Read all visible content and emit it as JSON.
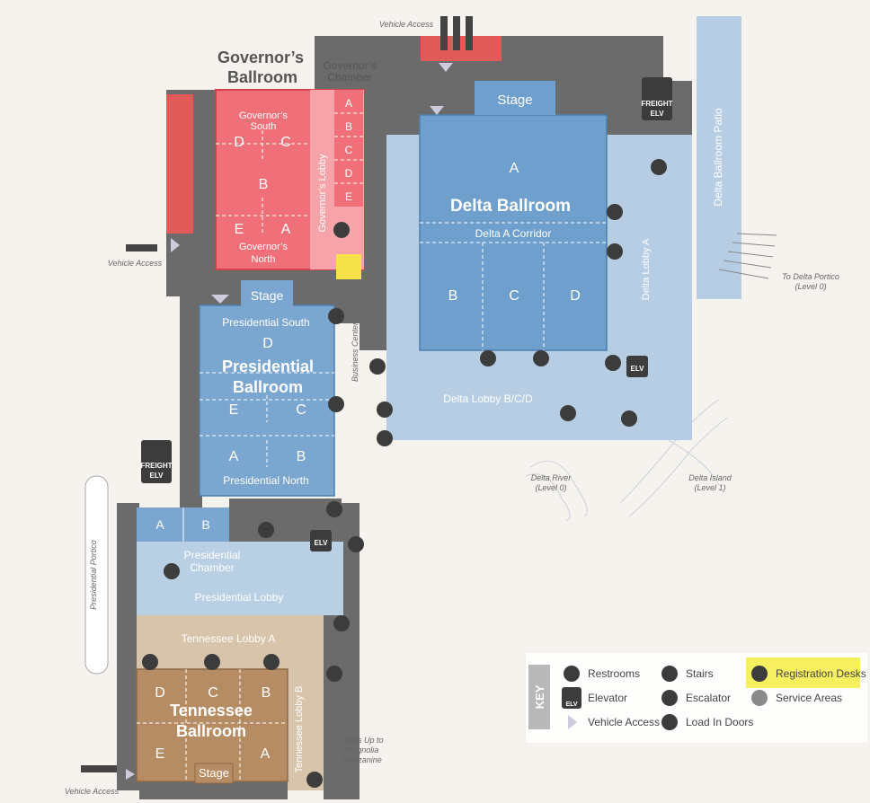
{
  "labels": {
    "governors_ballroom_1": "Governor’s",
    "governors_ballroom_2": "Ballroom",
    "governors_chamber_1": "Governor’s",
    "governors_chamber_2": "Chamber",
    "vehicle_access": "Vehicle Access",
    "stage": "Stage",
    "freight": "FREIGHT",
    "elv": "ELV",
    "delta_patio": "Delta Ballroom Patio",
    "gov_south_1": "Governor’s",
    "gov_south_2": "South",
    "gov_north_1": "Governor’s",
    "gov_north_2": "North",
    "gov_lobby": "Governor’s Lobby",
    "gov_d": "D",
    "gov_c": "C",
    "gov_b": "B",
    "gov_e": "E",
    "gov_a": "A",
    "gl_a": "A",
    "gl_b": "B",
    "gl_c": "C",
    "gl_d": "D",
    "gl_e": "E",
    "delta_a": "A",
    "delta_ballroom": "Delta Ballroom",
    "delta_a_corridor": "Delta A Corridor",
    "delta_b": "B",
    "delta_c": "C",
    "delta_d": "D",
    "delta_lobby_a": "Delta Lobby A",
    "delta_lobby_bcd": "Delta Lobby B/C/D",
    "to_delta_portico_1": "To Delta Portico",
    "to_delta_portico_2": "(Level 0)",
    "delta_river_1": "Delta River",
    "delta_river_2": "(Level 0)",
    "delta_island_1": "Delta Island",
    "delta_island_2": "(Level 1)",
    "business_center": "Business Center",
    "pres_south": "Presidential South",
    "pres_d": "D",
    "pres_ballroom_1": "Presidential",
    "pres_ballroom_2": "Ballroom",
    "pres_e": "E",
    "pres_c": "C",
    "pres_a": "A",
    "pres_b": "B",
    "pres_north": "Presidential North",
    "pres_chamber_a": "A",
    "pres_chamber_b": "B",
    "pres_chamber_1": "Presidential",
    "pres_chamber_2": "Chamber",
    "pres_lobby": "Presidential Lobby",
    "pres_portico": "Presidential Portico",
    "tn_lobby_a": "Tennessee Lobby A",
    "tn_lobby_b": "Tennessee Lobby B",
    "tn_d": "D",
    "tn_c": "C",
    "tn_b": "B",
    "tn_e": "E",
    "tn_a": "A",
    "tn_ballroom_1": "Tennessee",
    "tn_ballroom_2": "Ballroom",
    "stairs_up_1": "Stairs Up to",
    "stairs_up_2": "Magnolia",
    "stairs_up_3": "Mezzanine"
  },
  "legend": {
    "key": "KEY",
    "restrooms": "Restrooms",
    "stairs": "Stairs",
    "registration": "Registration Desks",
    "elevator": "Elevator",
    "escalator": "Escalator",
    "service": "Service Areas",
    "vehicle": "Vehicle Access",
    "load_in": "Load In Doors",
    "elv": "ELV"
  },
  "colors": {
    "governors": "#f0707a",
    "governors_lobby": "#f6a3aa",
    "delta": "#6f9fcc",
    "delta_light": "#b7cde3",
    "presidential": "#7aa6d0",
    "presidential_light": "#b9cfe4",
    "tennessee": "#b58c63",
    "tennessee_lobby": "#d8c4ab",
    "service": "#6b6b6b",
    "highlight": "#f6f060"
  }
}
